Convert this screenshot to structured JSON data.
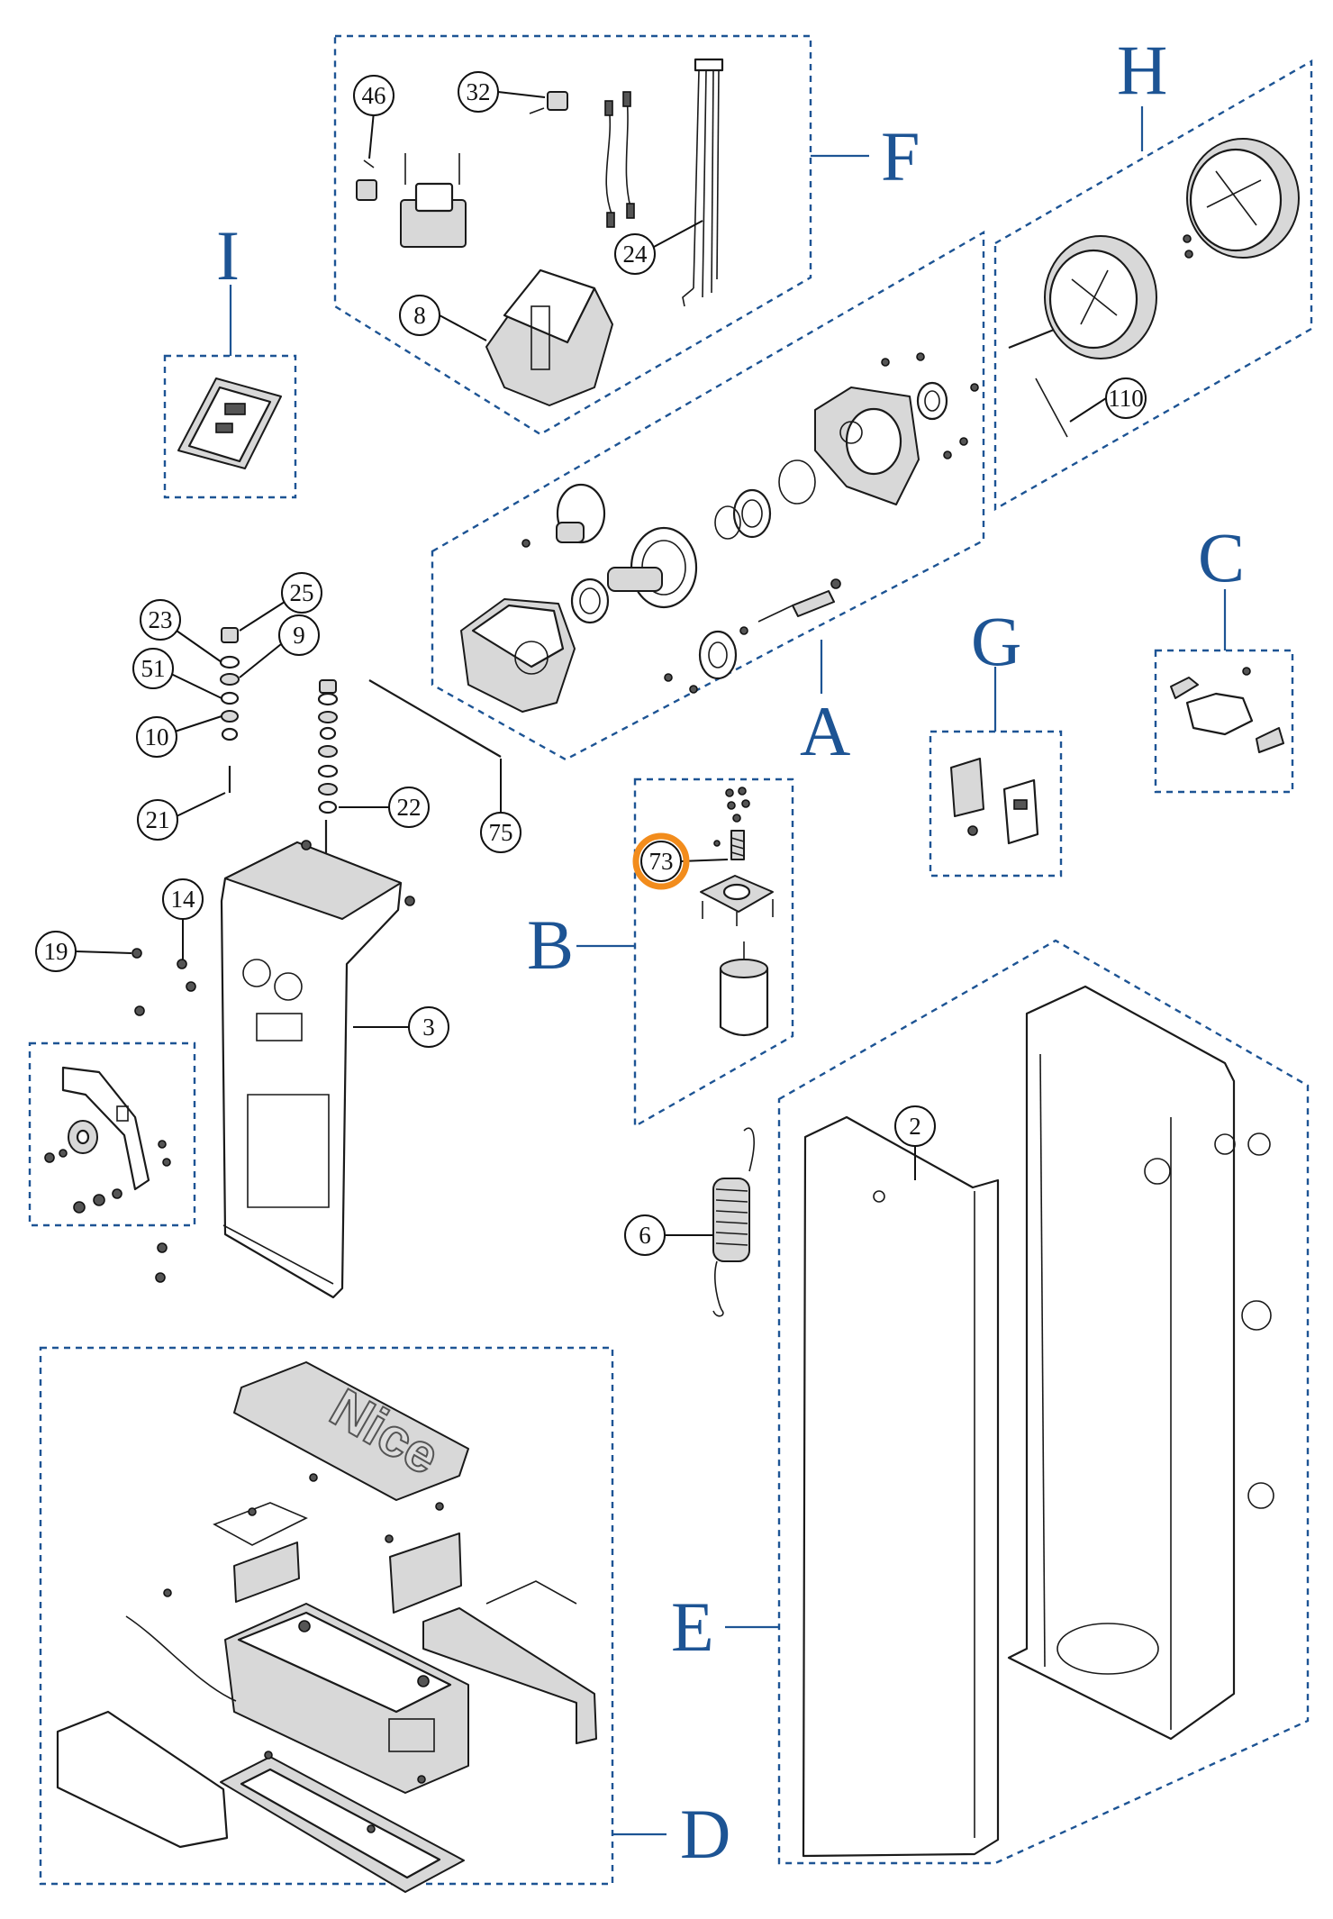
{
  "groups": [
    {
      "id": "A",
      "label": "A"
    },
    {
      "id": "B",
      "label": "B"
    },
    {
      "id": "C",
      "label": "C"
    },
    {
      "id": "D",
      "label": "D"
    },
    {
      "id": "E",
      "label": "E"
    },
    {
      "id": "F",
      "label": "F"
    },
    {
      "id": "G",
      "label": "G"
    },
    {
      "id": "H",
      "label": "H"
    },
    {
      "id": "I",
      "label": "I"
    }
  ],
  "callouts": {
    "c46": "46",
    "c32": "32",
    "c24": "24",
    "c8": "8",
    "c110": "110",
    "c25": "25",
    "c23": "23",
    "c9": "9",
    "c51": "51",
    "c10": "10",
    "c21": "21",
    "c22": "22",
    "c75": "75",
    "c73": "73",
    "c14": "14",
    "c19": "19",
    "c3": "3",
    "c2": "2",
    "c6": "6"
  },
  "highlight": {
    "callout": "73",
    "color": "#f28c1c"
  },
  "cover_logo": "Nice",
  "colors": {
    "group_line": "#1d5494",
    "highlight": "#f28c1c"
  }
}
